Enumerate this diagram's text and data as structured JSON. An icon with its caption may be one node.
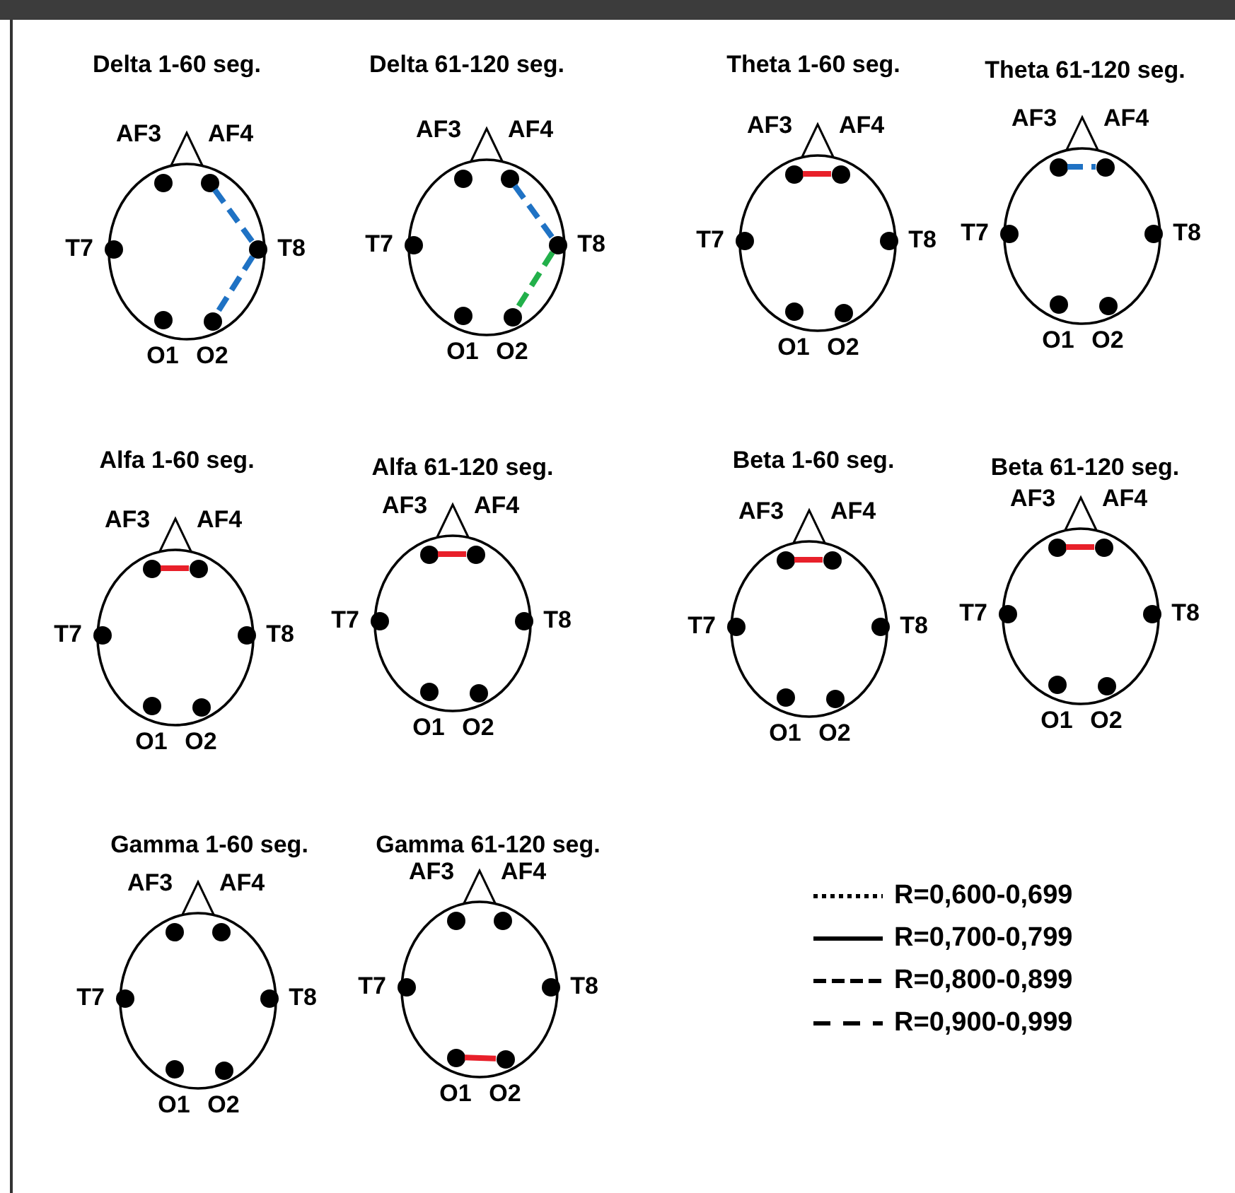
{
  "diagram": {
    "nodes": [
      {
        "text": [
          "Delta 1-60 seg."
        ]
      },
      {
        "text": [],
        "shape": "circle",
        "in": 0,
        "beside": [
          "AF3"
        ]
      },
      {
        "text": [],
        "shape": "circle",
        "in": 0,
        "beside": [
          "AF4"
        ]
      },
      {
        "text": [],
        "shape": "circle",
        "in": 0,
        "beside": [
          "T7"
        ]
      },
      {
        "text": [],
        "shape": "circle",
        "in": 0,
        "beside": [
          "T8"
        ]
      },
      {
        "text": [],
        "shape": "circle",
        "in": 0,
        "beside": [
          "O1"
        ]
      },
      {
        "text": [],
        "shape": "circle",
        "in": 0,
        "beside": [
          "O2"
        ]
      },
      {
        "text": [
          "Delta 61-120 seg."
        ]
      },
      {
        "text": [],
        "shape": "circle",
        "in": 7,
        "beside": [
          "AF3"
        ]
      },
      {
        "text": [],
        "shape": "circle",
        "in": 7,
        "beside": [
          "AF4"
        ]
      },
      {
        "text": [],
        "shape": "circle",
        "in": 7,
        "beside": [
          "T7"
        ]
      },
      {
        "text": [],
        "shape": "circle",
        "in": 7,
        "beside": [
          "T8"
        ]
      },
      {
        "text": [],
        "shape": "circle",
        "in": 7,
        "beside": [
          "O1"
        ]
      },
      {
        "text": [],
        "shape": "circle",
        "in": 7,
        "beside": [
          "O2"
        ]
      },
      {
        "text": [
          "Theta 1-60 seg."
        ]
      },
      {
        "text": [],
        "shape": "circle",
        "in": 14,
        "beside": [
          "AF3"
        ]
      },
      {
        "text": [],
        "shape": "circle",
        "in": 14,
        "beside": [
          "AF4"
        ]
      },
      {
        "text": [],
        "shape": "circle",
        "in": 14,
        "beside": [
          "T7"
        ]
      },
      {
        "text": [],
        "shape": "circle",
        "in": 14,
        "beside": [
          "T8"
        ]
      },
      {
        "text": [],
        "shape": "circle",
        "in": 14,
        "beside": [
          "O1"
        ]
      },
      {
        "text": [],
        "shape": "circle",
        "in": 14,
        "beside": [
          "O2"
        ]
      },
      {
        "text": [
          "Theta 61-120 seg."
        ]
      },
      {
        "text": [],
        "shape": "circle",
        "in": 21,
        "beside": [
          "AF3"
        ]
      },
      {
        "text": [],
        "shape": "circle",
        "in": 21,
        "beside": [
          "AF4"
        ]
      },
      {
        "text": [],
        "shape": "circle",
        "in": 21,
        "beside": [
          "T7"
        ]
      },
      {
        "text": [],
        "shape": "circle",
        "in": 21,
        "beside": [
          "T8"
        ]
      },
      {
        "text": [],
        "shape": "circle",
        "in": 21,
        "beside": [
          "O1"
        ]
      },
      {
        "text": [],
        "shape": "circle",
        "in": 21,
        "beside": [
          "O2"
        ]
      },
      {
        "text": [
          "Alfa 1-60 seg."
        ]
      },
      {
        "text": [],
        "shape": "circle",
        "in": 28,
        "beside": [
          "AF3"
        ]
      },
      {
        "text": [],
        "shape": "circle",
        "in": 28,
        "beside": [
          "AF4"
        ]
      },
      {
        "text": [],
        "shape": "circle",
        "in": 28,
        "beside": [
          "T7"
        ]
      },
      {
        "text": [],
        "shape": "circle",
        "in": 28,
        "beside": [
          "T8"
        ]
      },
      {
        "text": [],
        "shape": "circle",
        "in": 28,
        "beside": [
          "O1"
        ]
      },
      {
        "text": [],
        "shape": "circle",
        "in": 28,
        "beside": [
          "O2"
        ]
      },
      {
        "text": [
          "Alfa 61-120 seg."
        ]
      },
      {
        "text": [],
        "shape": "circle",
        "in": 35,
        "beside": [
          "AF3"
        ]
      },
      {
        "text": [],
        "shape": "circle",
        "in": 35,
        "beside": [
          "AF4"
        ]
      },
      {
        "text": [],
        "shape": "circle",
        "in": 35,
        "beside": [
          "T7"
        ]
      },
      {
        "text": [],
        "shape": "circle",
        "in": 35,
        "beside": [
          "T8"
        ]
      },
      {
        "text": [],
        "shape": "circle",
        "in": 35,
        "beside": [
          "O1"
        ]
      },
      {
        "text": [],
        "shape": "circle",
        "in": 35,
        "beside": [
          "O2"
        ]
      },
      {
        "text": [
          "Beta 1-60 seg."
        ]
      },
      {
        "text": [],
        "shape": "circle",
        "in": 42,
        "beside": [
          "AF3"
        ]
      },
      {
        "text": [],
        "shape": "circle",
        "in": 42,
        "beside": [
          "AF4"
        ]
      },
      {
        "text": [],
        "shape": "circle",
        "in": 42,
        "beside": [
          "T7"
        ]
      },
      {
        "text": [],
        "shape": "circle",
        "in": 42,
        "beside": [
          "T8"
        ]
      },
      {
        "text": [],
        "shape": "circle",
        "in": 42,
        "beside": [
          "O1"
        ]
      },
      {
        "text": [],
        "shape": "circle",
        "in": 42,
        "beside": [
          "O2"
        ]
      },
      {
        "text": [
          "Beta 61-120 seg."
        ]
      },
      {
        "text": [],
        "shape": "circle",
        "in": 49,
        "beside": [
          "AF3"
        ]
      },
      {
        "text": [],
        "shape": "circle",
        "in": 49,
        "beside": [
          "AF4"
        ]
      },
      {
        "text": [],
        "shape": "circle",
        "in": 49,
        "beside": [
          "T7"
        ]
      },
      {
        "text": [],
        "shape": "circle",
        "in": 49,
        "beside": [
          "T8"
        ]
      },
      {
        "text": [],
        "shape": "circle",
        "in": 49,
        "beside": [
          "O1"
        ]
      },
      {
        "text": [],
        "shape": "circle",
        "in": 49,
        "beside": [
          "O2"
        ]
      },
      {
        "text": [
          "Gamma 1-60 seg."
        ]
      },
      {
        "text": [],
        "shape": "circle",
        "in": 56,
        "beside": [
          "AF3"
        ]
      },
      {
        "text": [],
        "shape": "circle",
        "in": 56,
        "beside": [
          "AF4"
        ]
      },
      {
        "text": [],
        "shape": "circle",
        "in": 56,
        "beside": [
          "T7"
        ]
      },
      {
        "text": [],
        "shape": "circle",
        "in": 56,
        "beside": [
          "T8"
        ]
      },
      {
        "text": [],
        "shape": "circle",
        "in": 56,
        "beside": [
          "O1"
        ]
      },
      {
        "text": [],
        "shape": "circle",
        "in": 56,
        "beside": [
          "O2"
        ]
      },
      {
        "text": [
          "Gamma 61-120 seg."
        ]
      },
      {
        "text": [],
        "shape": "circle",
        "in": 63,
        "beside": [
          "AF3"
        ]
      },
      {
        "text": [],
        "shape": "circle",
        "in": 63,
        "beside": [
          "AF4"
        ]
      },
      {
        "text": [],
        "shape": "circle",
        "in": 63,
        "beside": [
          "T7"
        ]
      },
      {
        "text": [],
        "shape": "circle",
        "in": 63,
        "beside": [
          "T8"
        ]
      },
      {
        "text": [],
        "shape": "circle",
        "in": 63,
        "beside": [
          "O1"
        ]
      },
      {
        "text": [],
        "shape": "circle",
        "in": 63,
        "beside": [
          "O2"
        ]
      }
    ],
    "edges": [
      {
        "from": 2,
        "to": 4,
        "arrow": "none",
        "style": "dashed",
        "color": "#1f72c4"
      },
      {
        "from": 4,
        "to": 6,
        "arrow": "none",
        "style": "dashed",
        "color": "#1f72c4"
      },
      {
        "from": 9,
        "to": 11,
        "arrow": "none",
        "style": "dashed",
        "color": "#1f72c4"
      },
      {
        "from": 11,
        "to": 13,
        "arrow": "none",
        "style": "dashed",
        "color": "#22b04a"
      },
      {
        "from": 15,
        "to": 16,
        "arrow": "none"
      },
      {
        "from": 22,
        "to": 23,
        "arrow": "none",
        "style": "dashed",
        "color": "#1f72c4"
      },
      {
        "from": 29,
        "to": 30,
        "arrow": "none"
      },
      {
        "from": 36,
        "to": 37,
        "arrow": "none"
      },
      {
        "from": 43,
        "to": 44,
        "arrow": "none"
      },
      {
        "from": 50,
        "to": 51,
        "arrow": "none"
      },
      {
        "from": 68,
        "to": 69,
        "arrow": "none"
      }
    ],
    "legend": [
      {
        "text": "R=0,600-0,699"
      },
      {
        "text": "R=0,700-0,799"
      },
      {
        "text": "R=0,800-0,899"
      },
      {
        "text": "R=0,900-0,999"
      }
    ]
  }
}
